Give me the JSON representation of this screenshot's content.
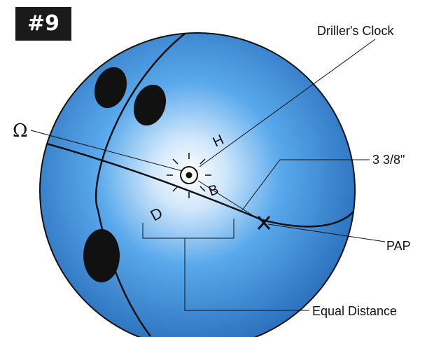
{
  "badge": "#9",
  "labels": {
    "drillers_clock": "Driller's Clock",
    "omega": "Ω",
    "distance": "3 3/8\"",
    "pap": "PAP",
    "equal_distance": "Equal Distance",
    "h": "H",
    "b": "B",
    "d": "D"
  },
  "colors": {
    "ball_center": "#ffffff",
    "ball_mid": "#5aa9ec",
    "ball_edge": "#1d5fae",
    "outline": "#111111",
    "finger_holes": "#111111"
  }
}
